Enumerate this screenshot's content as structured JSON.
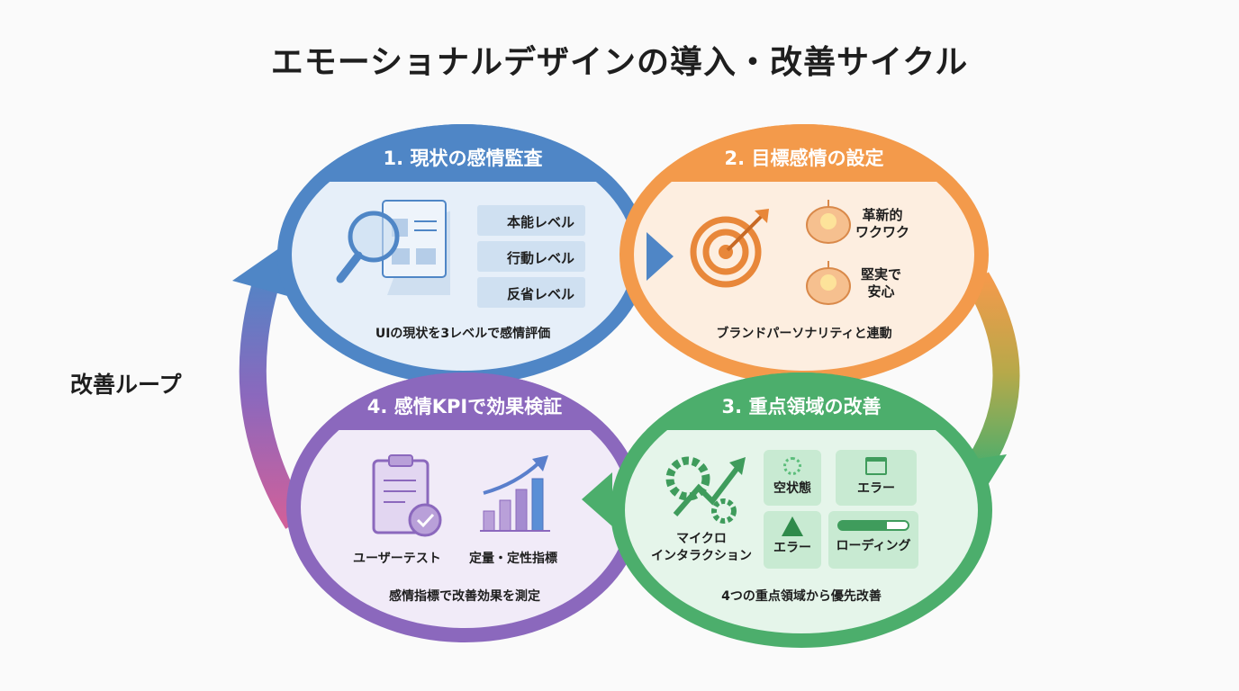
{
  "title": "エモーショナルデザインの導入・改善サイクル",
  "loop_label": "改善ループ",
  "colors": {
    "blue": "#4f86c6",
    "orange": "#f39a4b",
    "green": "#4cae6c",
    "purple": "#8b68bd"
  },
  "steps": [
    {
      "title": "1. 現状の感情監査",
      "levels": [
        "本能レベル",
        "行動レベル",
        "反省レベル"
      ],
      "caption": "UIの現状を3レベルで感情評価"
    },
    {
      "title": "2. 目標感情の設定",
      "personas": [
        "革新的\nワクワク",
        "堅実で\n安心"
      ],
      "caption": "ブランドパーソナリティと連動"
    },
    {
      "title": "3. 重点領域の改善",
      "micro": "マイクロ\nインタラクション",
      "tiles": [
        "空状態",
        "エラー",
        "エラー",
        "ローディング"
      ],
      "caption": "4つの重点領域から優先改善"
    },
    {
      "title": "4. 感情KPIで効果検証",
      "items": [
        "ユーザーテスト",
        "定量・定性指標"
      ],
      "caption": "感情指標で改善効果を測定"
    }
  ]
}
